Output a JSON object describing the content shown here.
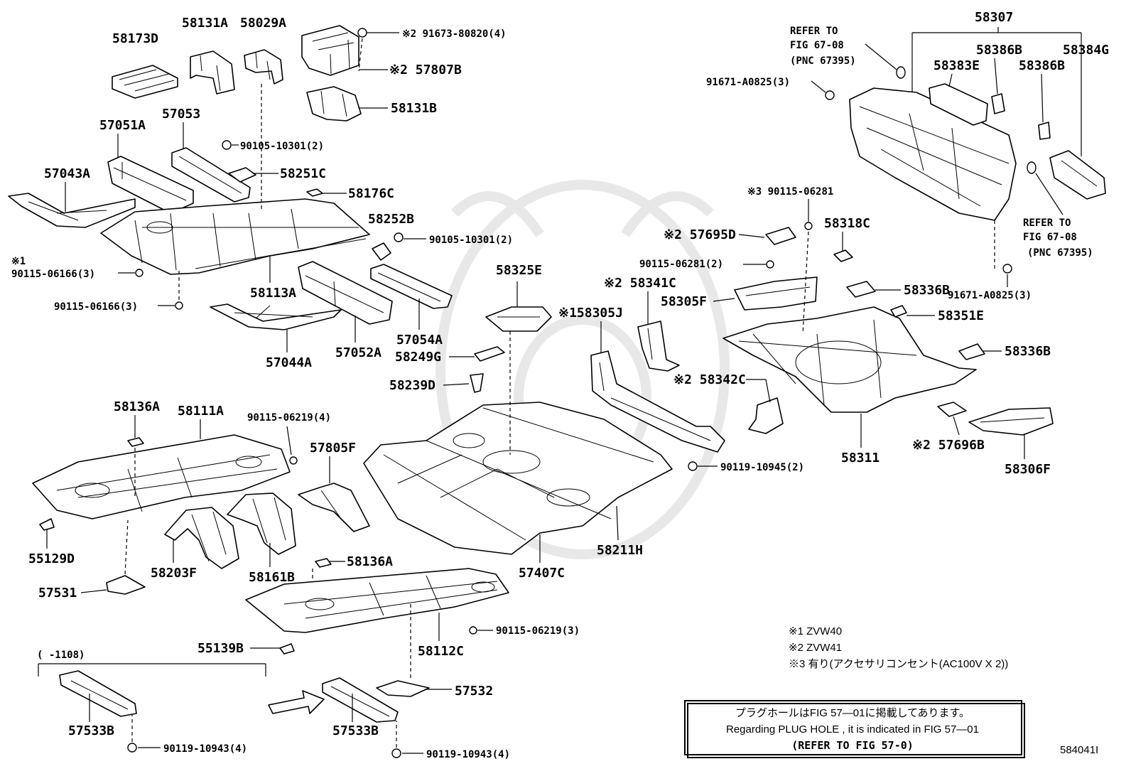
{
  "labels": {
    "p58173D": "58173D",
    "p58131A": "58131A",
    "p58029A": "58029A",
    "p91673": "※2 91673-80820(4)",
    "p57807B": "※2 57807B",
    "p58131B": "58131B",
    "p57051A": "57051A",
    "p57053": "57053",
    "p90105a": "90105-10301(2)",
    "p58251C": "58251C",
    "p57043A": "57043A",
    "p58176C": "58176C",
    "p58252B": "58252B",
    "p90105b": "90105-10301(2)",
    "p_x1": "※1",
    "p90115_06166a": "90115-06166(3)",
    "p58113A": "58113A",
    "p90115_06166b": "90115-06166(3)",
    "p57044A": "57044A",
    "p57052A": "57052A",
    "p57054A": "57054A",
    "p58325E": "58325E",
    "p58249G": "58249G",
    "p58239D": "58239D",
    "p58136A_top": "58136A",
    "p58111A": "58111A",
    "p90115_06219a": "90115-06219(4)",
    "p57805F": "57805F",
    "p55129D": "55129D",
    "p58203F": "58203F",
    "p58161B": "58161B",
    "p58136A_mid": "58136A",
    "p57531": "57531",
    "p57407C": "57407C",
    "p58211H": "58211H",
    "p58305J": "※158305J",
    "p58341C": "※2 58341C",
    "p58342C": "※2 58342C",
    "p90119_10945": "90119-10945(2)",
    "p90115_06219b": "90115-06219(3)",
    "p55139B": "55139B",
    "p58112C": "58112C",
    "p_range": "(    -1108)",
    "p57532": "57532",
    "p57533B_left": "57533B",
    "p57533B_mid": "57533B",
    "p90119_10943a": "90119-10943(4)",
    "p90119_10943b": "90119-10943(4)",
    "refer1_l1": "REFER TO",
    "refer1_l2": "FIG 67-08",
    "refer1_l3": "(PNC 67395)",
    "p58307": "58307",
    "p58386B_a": "58386B",
    "p58384G": "58384G",
    "p58383E": "58383E",
    "p58386B_b": "58386B",
    "p91671a": "91671-A0825(3)",
    "refer2_l1": "REFER TO",
    "refer2_l2": "FIG 67-08",
    "refer2_l3": "(PNC 67395)",
    "p91671b": "91671-A0825(3)",
    "p90115_06281a": "※3 90115-06281",
    "p57695D": "※2 57695D",
    "p58318C": "58318C",
    "p90115_06281b": "90115-06281(2)",
    "p58305F": "58305F",
    "p58336B_a": "58336B",
    "p58351E": "58351E",
    "p58336B_b": "58336B",
    "p58311": "58311",
    "p57696B": "※2 57696B",
    "p58306F": "58306F"
  },
  "notes": {
    "n1": "※1 ZVW40",
    "n2": "※2 ZVW41",
    "n3": "※3 有り(アクセサリコンセント(AC100V X 2))"
  },
  "box": {
    "line1": "プラグホールはFIG 57―01に掲載してあります。",
    "line2": "Regarding  PLUG  HOLE , it is indicated in FIG  57―01",
    "line3": "(REFER TO FIG 57-0)"
  },
  "figure_code": "584041I"
}
